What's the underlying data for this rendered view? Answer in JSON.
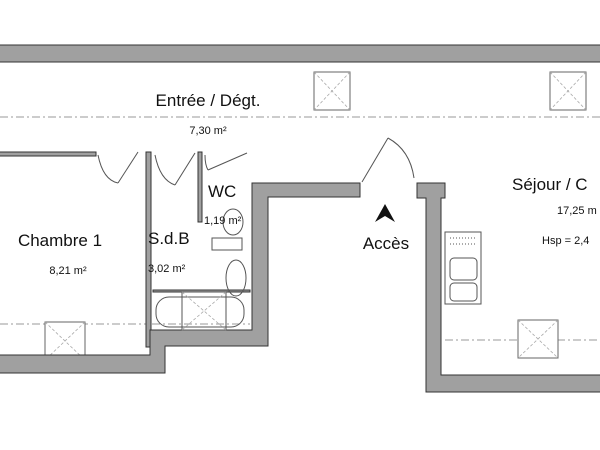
{
  "rooms": {
    "entree": {
      "name": "Entrée / Dégt.",
      "area": "7,30 m²"
    },
    "sejour": {
      "name": "Séjour / C",
      "area": "17,25 m",
      "height": "Hsp = 2,4"
    },
    "chambre": {
      "name": "Chambre 1",
      "area": "8,21 m²"
    },
    "sdb": {
      "name": "S.d.B",
      "area": "3,02 m²"
    },
    "wc": {
      "name": "WC",
      "area": "1,19 m²"
    }
  },
  "access": {
    "label": "Accès",
    "icon": "north-arrow-icon"
  },
  "colors": {
    "wall": "#a0a0a0",
    "outline": "#333333"
  }
}
